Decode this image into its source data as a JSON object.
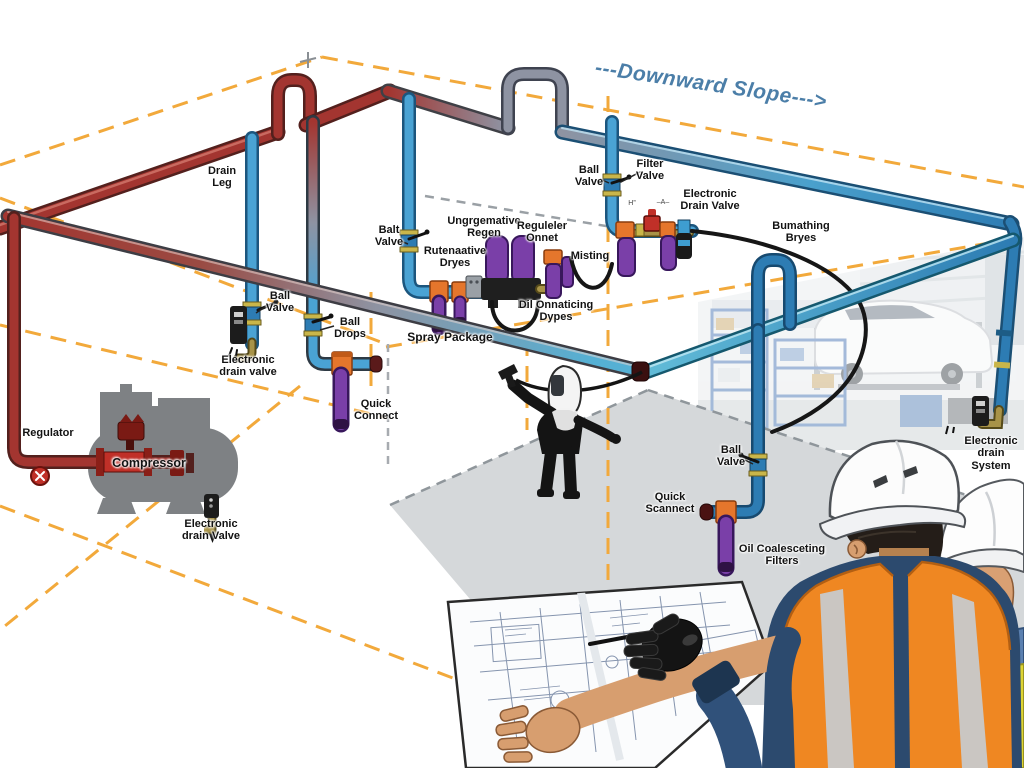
{
  "colors": {
    "pipe_red": "#a33530",
    "pipe_blue": "#2d7cb3",
    "pipe_light_blue": "#4aa3d4",
    "pipe_teal": "#5bb8d4",
    "pipe_purple": "#7a3fa8",
    "fitting_orange": "#e5762c",
    "fitting_brass": "#a89348",
    "building_dash": "#f2a93b",
    "slope_text": "#4b7ea8",
    "floor_gray": "#d5d8da",
    "vest_orange": "#ef8722",
    "vest_yellow": "#ddd435",
    "hardhat_white": "#fcfcfc",
    "compressor_gray": "#7e8184"
  },
  "labels": {
    "downward_slope": {
      "text": "---Downward Slope--->"
    },
    "drain_leg": {
      "text": "Drain\nLeg"
    },
    "ball_valve_left": {
      "text": "Ball\nValve"
    },
    "electronic_drain_valve_left": {
      "text": "Electronic\ndrain valve"
    },
    "ball_drops": {
      "text": "Ball\nDrops"
    },
    "quick_connect": {
      "text": "Quick\nConnect"
    },
    "balt_valve": {
      "text": "Balt\nValve"
    },
    "spray_package": {
      "text": "Spray Package"
    },
    "regen_label": {
      "text": "Ungrgemative\nRegen"
    },
    "rutenaative": {
      "text": "Rutenaative\nDryes"
    },
    "reguleler": {
      "text": "Reguleler\nOnnet"
    },
    "misting": {
      "text": "Misting"
    },
    "oil_cnnaticing": {
      "text": "Dil Onnaticing\nDypes"
    },
    "ball_valve_top_right": {
      "text": "Ball\nValve"
    },
    "filter_valve": {
      "text": "Filter\nValve"
    },
    "electronic_drain_valve_top_right": {
      "text": "Electronic\nDrain Valve"
    },
    "bumathing": {
      "text": "Bumathing\nBryes"
    },
    "ball_valve_bottom_right": {
      "text": "Ball\nValve"
    },
    "quick_scannect": {
      "text": "Quick\nScannect"
    },
    "oil_coalesceting": {
      "text": "Oil Coalesceting\nFilters"
    },
    "electronic_drain_system": {
      "text": "Electronic\ndrain System"
    },
    "regulator": {
      "text": "Regulator"
    },
    "compressor": {
      "text": "Compressor"
    },
    "electronic_drain_valve_compressor": {
      "text": "Electronic\ndrain Valve"
    },
    "mark_h": {
      "text": "H”"
    },
    "mark_a": {
      "text": "–A–"
    }
  }
}
